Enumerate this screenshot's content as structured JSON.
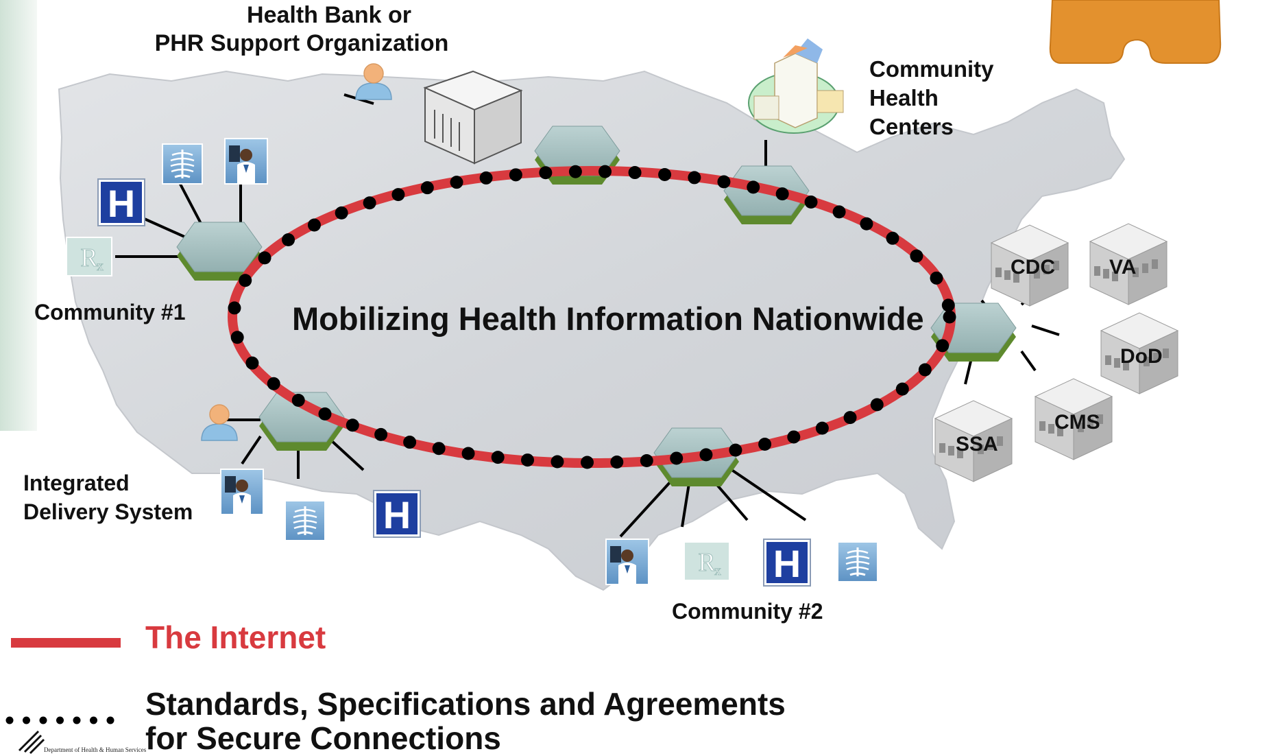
{
  "title": "Mobilizing Health Information Nationwide",
  "nodes": {
    "health_bank": {
      "line1": "Health Bank or",
      "line2": "PHR Support Organization"
    },
    "community_health": {
      "line1": "Community",
      "line2": "Health",
      "line3": "Centers"
    },
    "community1": {
      "label": "Community #1"
    },
    "community2": {
      "label": "Community #2"
    },
    "ids": {
      "line1": "Integrated",
      "line2": "Delivery System"
    }
  },
  "agencies": [
    "CDC",
    "VA",
    "DoD",
    "CMS",
    "SSA"
  ],
  "legend": {
    "internet": "The Internet",
    "standards_line1": "Standards, Specifications and Agreements",
    "standards_line2": "for Secure Connections"
  },
  "footer": "Department of Health & Human Services",
  "colors": {
    "internet": "#d83a3f",
    "hub_top": "#a9c3c3",
    "hub_side": "#5e8a2e",
    "hospital": "#1e3fa0",
    "map": "#d7d9dc",
    "puzzle": "#e3912e"
  },
  "icons": [
    "hospital-icon",
    "xray-icon",
    "doctor-icon",
    "pharmacy-icon",
    "person-icon",
    "server-icon",
    "building-icon",
    "clinic-icon",
    "puzzle-icon",
    "hhs-logo-icon"
  ]
}
